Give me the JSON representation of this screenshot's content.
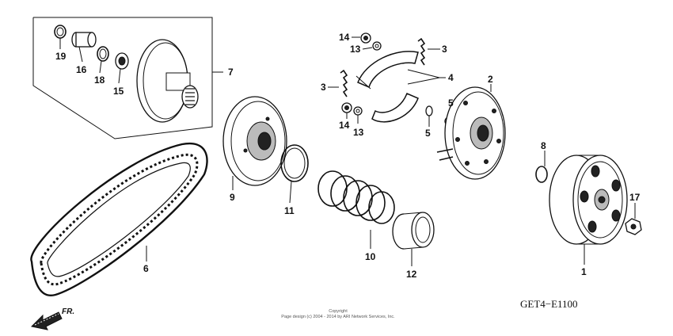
{
  "diagram_code": "GET4−E1100",
  "copyright": {
    "line1": "Copyright",
    "line2": "Page design (c) 2004 - 2014 by ARI Network Services, Inc."
  },
  "direction_label": "FR.",
  "callouts": {
    "p1": "1",
    "p2": "2",
    "p3a": "3",
    "p3b": "3",
    "p4": "4",
    "p5a": "5",
    "p5b": "5",
    "p6": "6",
    "p7": "7",
    "p8": "8",
    "p9": "9",
    "p10": "10",
    "p11": "11",
    "p12": "12",
    "p13a": "13",
    "p13b": "13",
    "p14a": "14",
    "p14b": "14",
    "p15": "15",
    "p16": "16",
    "p17": "17",
    "p18": "18",
    "p19": "19"
  }
}
